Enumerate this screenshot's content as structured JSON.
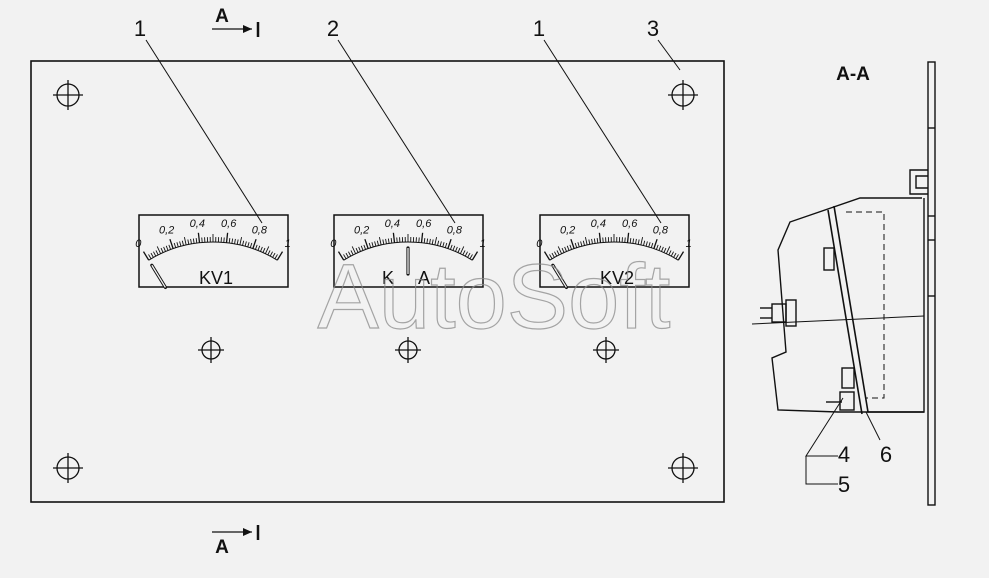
{
  "callouts": {
    "c1a": "1",
    "c2": "2",
    "c1b": "1",
    "c3": "3",
    "c4": "4",
    "c5": "5",
    "c6": "6"
  },
  "section": {
    "view_title": "A-A",
    "arrow_top": "A",
    "arrow_bottom": "A"
  },
  "meters": [
    {
      "name": "KV1",
      "ticks": [
        "0",
        "0,2",
        "0,4",
        "0,6",
        "0,8",
        "1"
      ]
    },
    {
      "name_left": "K",
      "name_right": "A",
      "ticks": [
        "0",
        "0,2",
        "0,4",
        "0,6",
        "0,8",
        "1"
      ]
    },
    {
      "name": "KV2",
      "ticks": [
        "0",
        "0,2",
        "0,4",
        "0,6",
        "0,8",
        "1"
      ]
    }
  ],
  "watermark": "AutoSoft",
  "colors": {
    "background": "#f2f2f2",
    "ink": "#111111",
    "watermark": "#8a8a8a"
  }
}
